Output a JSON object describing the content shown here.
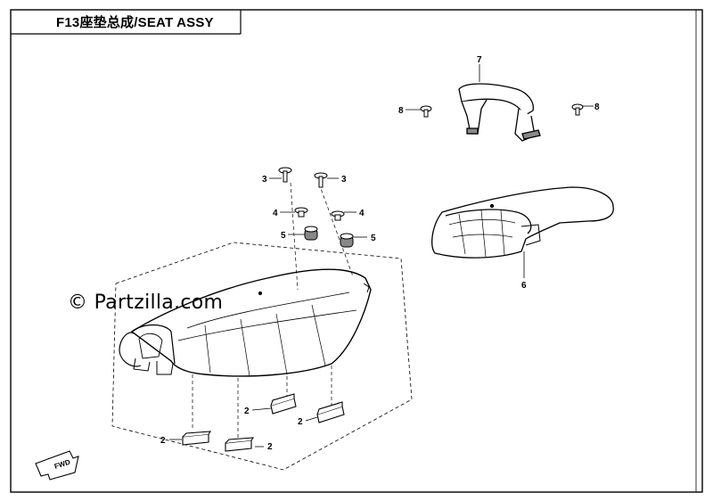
{
  "header": {
    "title": "F13座垫总成/SEAT ASSY"
  },
  "watermark": {
    "text": "© Partzilla.com"
  },
  "fwd_label": "FWD",
  "callouts": [
    {
      "id": "c2a",
      "label": "2"
    },
    {
      "id": "c2b",
      "label": "2"
    },
    {
      "id": "c2c",
      "label": "2"
    },
    {
      "id": "c2d",
      "label": "2"
    },
    {
      "id": "c3a",
      "label": "3"
    },
    {
      "id": "c3b",
      "label": "3"
    },
    {
      "id": "c4a",
      "label": "4"
    },
    {
      "id": "c4b",
      "label": "4"
    },
    {
      "id": "c5a",
      "label": "5"
    },
    {
      "id": "c5b",
      "label": "5"
    },
    {
      "id": "c6",
      "label": "6"
    },
    {
      "id": "c7",
      "label": "7"
    },
    {
      "id": "c8a",
      "label": "8"
    },
    {
      "id": "c8b",
      "label": "8"
    }
  ],
  "colors": {
    "line": "#000000",
    "background": "#ffffff"
  }
}
